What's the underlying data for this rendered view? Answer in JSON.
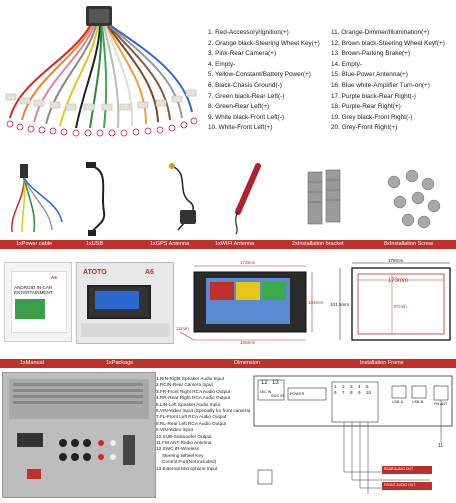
{
  "wires": {
    "left": [
      "1. Red-Accessory/Ignition(+)",
      "2. Orange black-Steering Wheel Key(+)",
      "3. Pink-Rear Camera(+)",
      "4. Empty-",
      "5. Yellow-Constant/Battery Power(+)",
      "6. Black-Chasis Ground(-)",
      "7. Green black-Rear Left(-)",
      "8. Green-Rear Left(+)",
      "9. White black-Front Left(-)",
      "10. White-Front Left(+)"
    ],
    "right": [
      "11. Orange-Dimmer/Illumination(+)",
      "12. Brown black-Steering Wheel Keyf(+)",
      "13. Brown-Parking Brake(+)",
      "14. Empty-",
      "15. Blue-Power Antenna(+)",
      "16. Blue white-Amplifier Turn-on(+)",
      "17. Purple black-Rear Right(-)",
      "18. Purple-Rear Right(+)",
      "19. Grey black-Front Right(-)",
      "20. Grey-Front Right(+)"
    ]
  },
  "row1_captions": [
    "1xPower cable",
    "1xUSB",
    "1xGPS Antenna",
    "1xWIFI Antenna",
    "2xInstallation bracket",
    "8xInstallation Screw"
  ],
  "row2_captions": [
    "1xManual",
    "1xPackage",
    "Dimension",
    "Installation Frame"
  ],
  "package": {
    "brand": "ATOTO",
    "model": "A6"
  },
  "manual": {
    "model": "A6",
    "line1": "ANDROID IN-CAR",
    "line2": "ENTERTAINMENT"
  },
  "dimensions": {
    "width": "173mm",
    "height": "104mm",
    "depth": "166mm",
    "side": "12mm"
  },
  "frame": {
    "outer_width": "178mm",
    "inner_width": "173mm",
    "outer_height": "101.5mm",
    "inner_height": "97mm"
  },
  "ports": [
    "1.RIN-Right Speaker Audio Input",
    "2.RCIN-Rear Camera Input",
    "3.FR-Front Right RCA  Audio Output",
    "4.RR-Rear Right RCA  Audio Output",
    "5.LIN-Left Speaker Audio Input",
    "6.VIN-Video Input (Specially for front camera)",
    "7.FL-Front Left RCA  Audio Output",
    "8.RL-Rear Left RCA  Audio Output",
    "9.VIN-Video Input",
    "10.SUB-Subwoofer Output",
    "11.FM ANT-Radio Antenna",
    "12.SWC IR-Wireless",
    "Steering Wheel Key",
    "Control Port(Not included)",
    "13.External Microphone Input"
  ],
  "diagram": {
    "n12": "12",
    "n13": "13",
    "mic": "MIC IN",
    "swc": "SWC IR",
    "power": "POWER",
    "usb_a": "USB-A",
    "usb_b": "USB-B",
    "fm": "FM ANT",
    "n11": "11",
    "rear_out": "REAR AUDIO OUT",
    "front_out": "FRONT AUDIO OUT",
    "nums": [
      "1",
      "2",
      "3",
      "4",
      "5",
      "6",
      "7",
      "8",
      "9",
      "10"
    ]
  },
  "colors": {
    "caption_bar": "#c0302a"
  }
}
